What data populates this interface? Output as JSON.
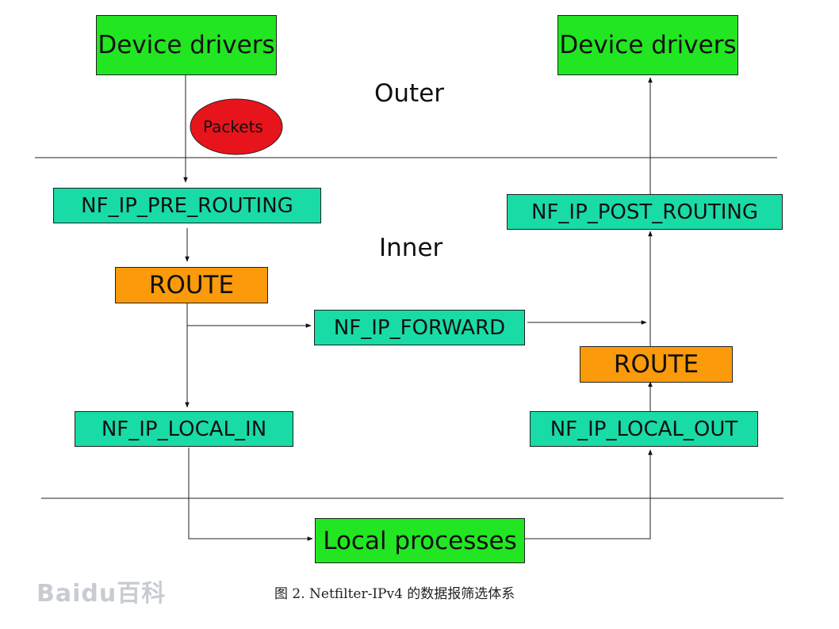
{
  "diagram": {
    "regions": {
      "outer": "Outer",
      "inner": "Inner"
    },
    "nodes": {
      "device_drivers_in": "Device drivers",
      "device_drivers_out": "Device drivers",
      "packets": "Packets",
      "pre_routing": "NF_IP_PRE_ROUTING",
      "post_routing": "NF_IP_POST_ROUTING",
      "route_left": "ROUTE",
      "route_right": "ROUTE",
      "forward": "NF_IP_FORWARD",
      "local_in": "NF_IP_LOCAL_IN",
      "local_out": "NF_IP_LOCAL_OUT",
      "local_processes": "Local processes"
    },
    "colors": {
      "device_drivers": "#22e622",
      "hook": "#19dba6",
      "route": "#fb9a0a",
      "packets": "#e8141c"
    }
  },
  "caption": "图 2. Netfilter-IPv4 的数据报筛选体系",
  "watermark": {
    "text": "Baidu百科"
  }
}
